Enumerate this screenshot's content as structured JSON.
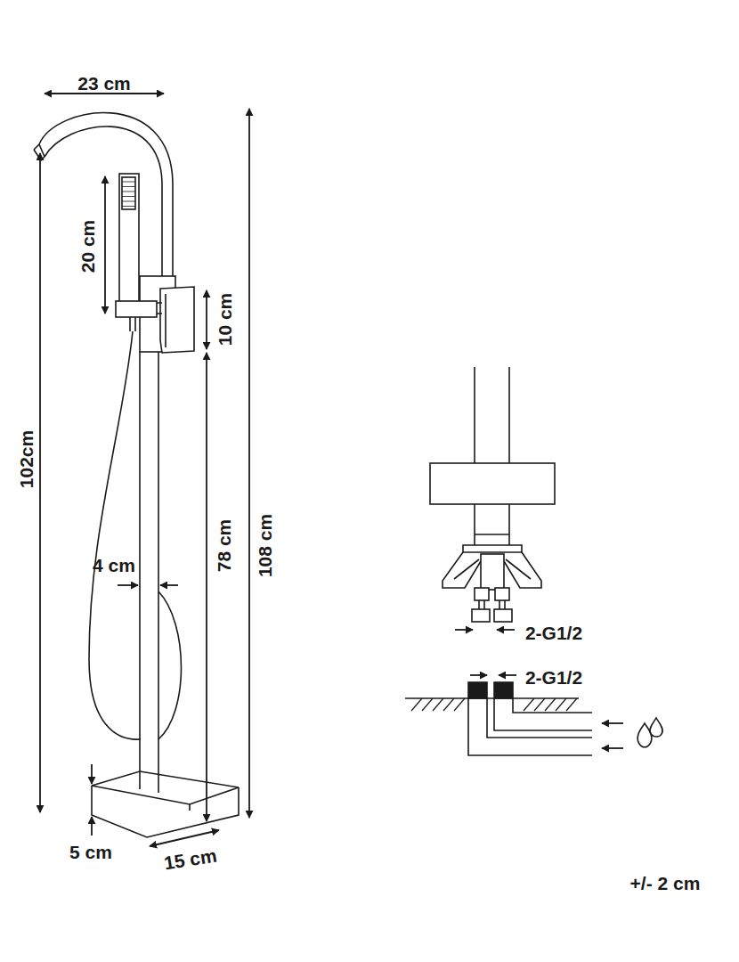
{
  "diagram": {
    "labels": [
      "23 cm",
      "20 cm",
      "10 cm",
      "102cm",
      "78 cm",
      "4 cm",
      "108 cm",
      "5 cm",
      "15 cm",
      "2-G1/2",
      "2-G1/2",
      "+/- 2 cm"
    ]
  }
}
